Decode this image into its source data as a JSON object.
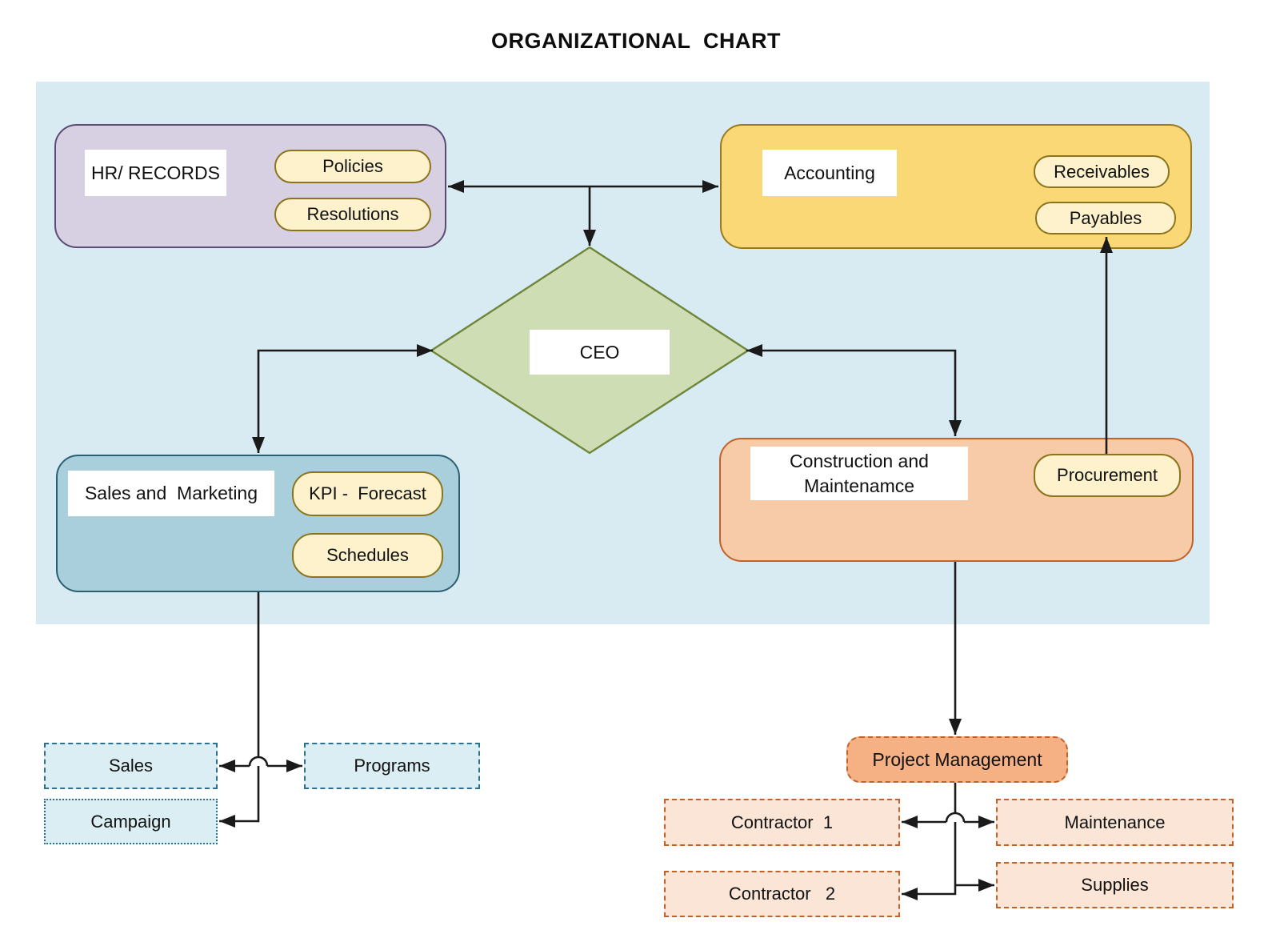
{
  "title": "ORGANIZATIONAL  CHART",
  "colors": {
    "page_bg": "#FFFFFF",
    "panel_bg": "#D9EBF2",
    "hr_fill": "#D7CFE2",
    "hr_border": "#5C4B75",
    "accounting_fill": "#FAD876",
    "accounting_border": "#9A7A1E",
    "pill_fill": "#FDF2CC",
    "pill_border": "#8C741C",
    "ceo_fill": "#CFDDB4",
    "ceo_border": "#6E8639",
    "sales_marketing_fill": "#AACFDC",
    "sales_marketing_border": "#2C5F71",
    "construction_fill": "#F8CBA8",
    "construction_border": "#C0622A",
    "project_mgmt_fill": "#F5B183",
    "sub_blue_fill": "#DBEEF4",
    "sub_blue_border": "#31708C",
    "sub_orange_fill": "#FBE5D6",
    "sub_orange_border": "#C0622A",
    "connector": "#1A1A1A",
    "label_bg": "#FFFFFF"
  },
  "nodes": {
    "hr": {
      "label": "HR/ RECORDS"
    },
    "policies": {
      "label": "Policies"
    },
    "resolutions": {
      "label": "Resolutions"
    },
    "accounting": {
      "label": "Accounting"
    },
    "receivables": {
      "label": "Receivables"
    },
    "payables": {
      "label": "Payables"
    },
    "ceo": {
      "label": "CEO"
    },
    "sales_marketing": {
      "label": "Sales and  Marketing"
    },
    "kpi_forecast": {
      "label": "KPI -  Forecast"
    },
    "schedules": {
      "label": "Schedules"
    },
    "construction": {
      "label_line1": "Construction and",
      "label_line2": "Maintenamce"
    },
    "procurement": {
      "label": "Procurement"
    },
    "sales": {
      "label": "Sales"
    },
    "programs": {
      "label": "Programs"
    },
    "campaign": {
      "label": "Campaign"
    },
    "project_management": {
      "label": "Project Management"
    },
    "contractor1": {
      "label": "Contractor  1"
    },
    "maintenance": {
      "label": "Maintenance"
    },
    "contractor2": {
      "label": "Contractor   2"
    },
    "supplies": {
      "label": "Supplies"
    }
  },
  "edges": [
    {
      "from": "hr",
      "to": "accounting",
      "style": "double-headed"
    },
    {
      "from": "hr_accounting_link",
      "to": "ceo",
      "style": "arrow-down"
    },
    {
      "from": "ceo",
      "to": "sales_marketing",
      "style": "double-headed-elbow"
    },
    {
      "from": "ceo",
      "to": "construction",
      "style": "double-headed-elbow"
    },
    {
      "from": "procurement",
      "to": "payables",
      "style": "arrow-up"
    },
    {
      "from": "construction",
      "to": "project_management",
      "style": "arrow-down"
    },
    {
      "from": "sales_marketing",
      "to": "campaign",
      "style": "arrow-elbow"
    },
    {
      "from": "sales",
      "to": "programs",
      "style": "double-headed-jump"
    },
    {
      "from": "project_management",
      "to": "contractor2",
      "style": "arrow-elbow"
    },
    {
      "from": "project_management",
      "to": "supplies",
      "style": "arrow-branch"
    },
    {
      "from": "contractor1",
      "to": "maintenance",
      "style": "double-headed-jump"
    }
  ]
}
